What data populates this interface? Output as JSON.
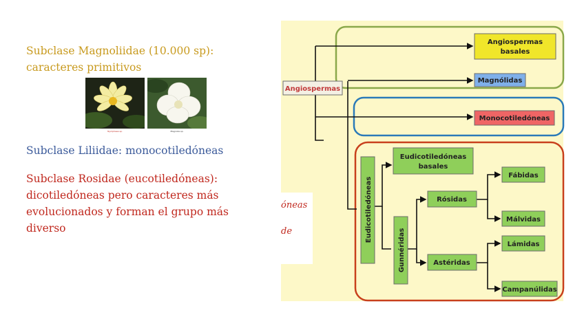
{
  "text": {
    "magnoliidae": "Subclase Magnoliidae (10.000 sp): caracteres primitivos",
    "liliidae": "Subclase Liliidae: monocotiledóneas",
    "rosidae": "Subclase Rosidae (eucotiledóneas): dicotiledóneas pero caracteres más evolucionados y forman el grupo más diverso"
  },
  "photos": {
    "left_caption": "Nymphaea sp.",
    "right_caption": "Magnolia sp."
  },
  "diagram": {
    "root": "Angiospermas",
    "basal_line1": "Angiospermas",
    "basal_line2": "basales",
    "magnolidas": "Magnólidas",
    "monocots": "Monocotiledóneas",
    "eudicots": "Eudicotiledóneas",
    "eudicots_basal_line1": "Eudicotiledóneas",
    "eudicots_basal_line2": "basales",
    "gunneridas": "Gunnéridas",
    "rosidas": "Rósidas",
    "fabidas": "Fábidas",
    "malvidas": "Málvidas",
    "asteridas": "Astéridas",
    "lamidas": "Lámidas",
    "campanulidas": "Campanúlidas",
    "fragment1": "óneas",
    "fragment2": "de"
  },
  "colors": {
    "magnoliidae_text": "#c89a1e",
    "liliidae_text": "#3b5a9a",
    "rosidae_text": "#c0281e",
    "diagram_bg": "#fdf8c8",
    "green_box": "#8fcf5a",
    "yellow_box": "#f0e62a",
    "blue_box": "#7fb0ea",
    "red_box": "#ef6565",
    "group_green": "#8aa84a",
    "group_blue": "#2a7ab8",
    "group_red": "#c8401c"
  }
}
